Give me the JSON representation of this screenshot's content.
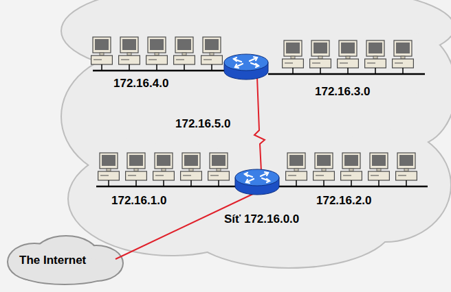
{
  "diagram": {
    "nodes": [
      {
        "text": [
          "Síť 172.16.0.0"
        ]
      },
      {
        "text": [
          "The Internet"
        ]
      }
    ],
    "labels": [
      "172.16.4.0",
      "172.16.3.0",
      "172.16.5.0",
      "172.16.1.0",
      "172.16.2.0"
    ]
  }
}
